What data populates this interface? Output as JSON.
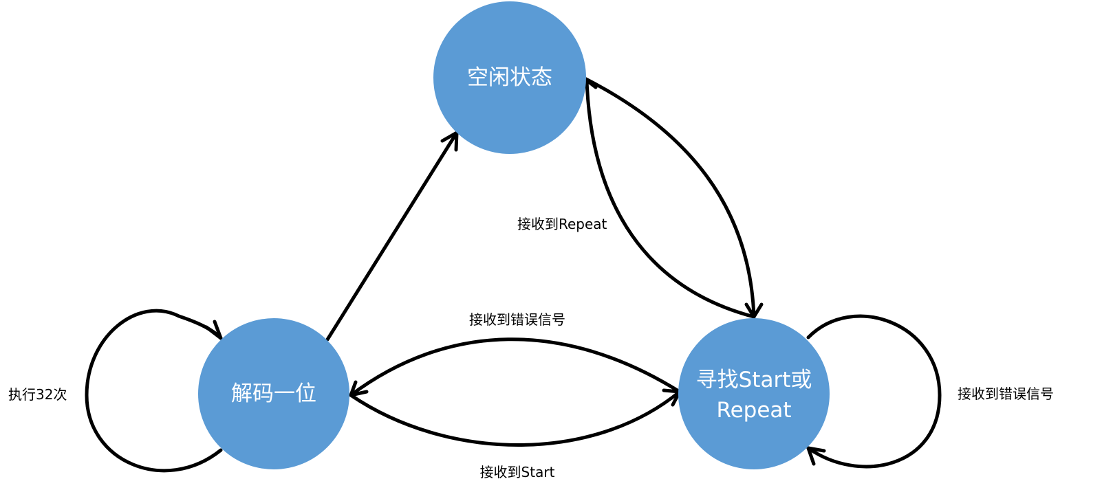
{
  "colors": {
    "node_fill": "#5b9bd5",
    "node_text": "#ffffff",
    "edge": "#000000",
    "background": "#ffffff"
  },
  "nodes": {
    "idle": {
      "label": "空闲状态"
    },
    "decode": {
      "label": "解码一位"
    },
    "search": {
      "label_line1": "寻找Start或",
      "label_line2": "Repeat"
    }
  },
  "edges": {
    "decode_self_loop": {
      "label": "执行32次"
    },
    "decode_to_idle": {
      "label": ""
    },
    "idle_search_pair": {
      "label": "接收到Repeat"
    },
    "search_to_decode": {
      "label": "接收到错误信号"
    },
    "decode_to_search": {
      "label": "接收到Start"
    },
    "search_self_loop": {
      "label": "接收到错误信号"
    }
  }
}
